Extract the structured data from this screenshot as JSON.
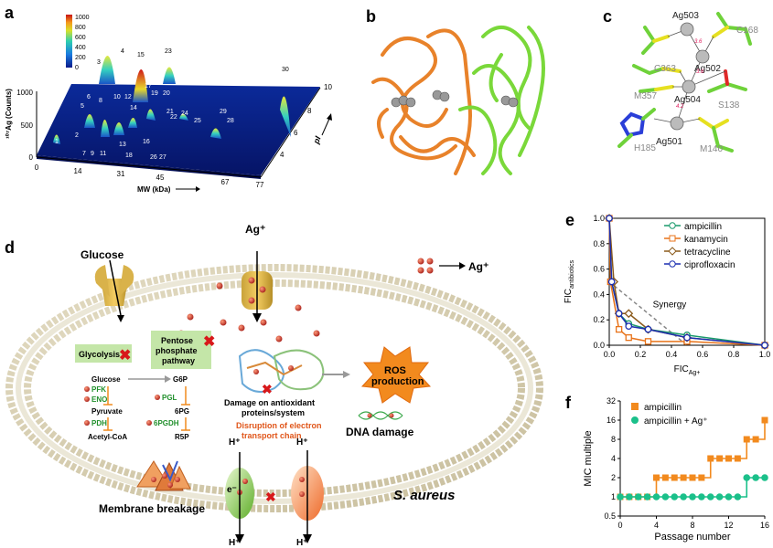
{
  "panel_labels": {
    "a": "a",
    "b": "b",
    "c": "c",
    "d": "d",
    "e": "e",
    "f": "f"
  },
  "panel_a": {
    "colorbar_ticks": [
      "1000",
      "800",
      "600",
      "400",
      "200",
      "0"
    ],
    "y_axis_label": "¹⁰⁷Ag (Counts)",
    "y_ticks": [
      "1000",
      "500",
      "0"
    ],
    "x_axis_label": "MW (kDa)",
    "x_ticks": [
      "0",
      "14",
      "31",
      "45",
      "67",
      "77"
    ],
    "pi_label": "pI",
    "pi_ticks": [
      "10",
      "8",
      "6",
      "4"
    ],
    "spot_labels": [
      "1",
      "2",
      "3",
      "4",
      "5",
      "6",
      "7",
      "8",
      "9",
      "10",
      "11",
      "12",
      "13",
      "14",
      "15",
      "16",
      "17",
      "18",
      "19",
      "20",
      "21",
      "22",
      "23",
      "24",
      "25",
      "26",
      "27",
      "28",
      "29",
      "30"
    ]
  },
  "panel_c": {
    "silver_labels": [
      "Ag503",
      "Ag502",
      "Ag504",
      "Ag501"
    ],
    "residue_labels": [
      "C168",
      "C363",
      "M357",
      "S138",
      "H185",
      "M140"
    ],
    "distances": [
      "3.6",
      "3.6",
      "4.2"
    ]
  },
  "panel_d": {
    "glucose": "Glucose",
    "ag_ion": "Ag⁺",
    "ag_legend": "Ag⁺",
    "glycolysis": "Glycolysis",
    "ppp": [
      "Pentose",
      "phosphate",
      "pathway"
    ],
    "metabolites": [
      "Glucose",
      "Pyruvate",
      "Acetyl-CoA",
      "G6P",
      "6PG",
      "R5P"
    ],
    "enzymes": [
      "PFK",
      "ENO",
      "PDH",
      "PGL",
      "6PGDH"
    ],
    "damage_text": [
      "Damage on antioxidant",
      "proteins/system"
    ],
    "ros": [
      "ROS",
      "production"
    ],
    "dna": "DNA damage",
    "disruption": [
      "Disruption of electron",
      "transport chain"
    ],
    "membrane": "Membrane breakage",
    "organism": "S. aureus",
    "h_plus": "H⁺",
    "e_minus": "e⁻"
  },
  "chart_data": [
    {
      "type": "line",
      "panel": "e",
      "xlabel": "FIC_Ag+",
      "ylabel": "FIC_antibiotics",
      "xlim": [
        0,
        1.0
      ],
      "ylim": [
        0,
        1.0
      ],
      "x_ticks": [
        "0.0",
        "0.2",
        "0.4",
        "0.6",
        "0.8",
        "1.0"
      ],
      "y_ticks": [
        "0.0",
        "0.2",
        "0.4",
        "0.6",
        "0.8",
        "1.0"
      ],
      "annotation": "Synergy",
      "legend_position": "top-right",
      "series": [
        {
          "name": "ampicillin",
          "color": "#1a9a6c",
          "x": [
            0,
            0.0156,
            0.0625,
            0.125,
            0.25,
            0.5,
            1.0
          ],
          "y": [
            1.0,
            0.5,
            0.25,
            0.17,
            0.125,
            0.08,
            0.0
          ]
        },
        {
          "name": "kanamycin",
          "color": "#e8731a",
          "x": [
            0,
            0.0078,
            0.0625,
            0.125,
            0.25,
            0.5,
            1.0
          ],
          "y": [
            1.0,
            0.5,
            0.125,
            0.06,
            0.03,
            0.03,
            0.0
          ]
        },
        {
          "name": "tetracycline",
          "color": "#8b5a1b",
          "x": [
            0,
            0.03,
            0.0625,
            0.125,
            0.25,
            0.5,
            1.0
          ],
          "y": [
            1.0,
            0.5,
            0.25,
            0.25,
            0.125,
            0.06,
            0.0
          ]
        },
        {
          "name": "ciprofloxacin",
          "color": "#1c2fb0",
          "x": [
            0,
            0.0156,
            0.0625,
            0.125,
            0.25,
            0.5,
            1.0
          ],
          "y": [
            1.0,
            0.5,
            0.25,
            0.15,
            0.125,
            0.06,
            0.0
          ]
        }
      ]
    },
    {
      "type": "line",
      "panel": "f",
      "xlabel": "Passage number",
      "ylabel": "MIC multiple",
      "x_ticks": [
        "0",
        "4",
        "8",
        "12",
        "16"
      ],
      "y_ticks": [
        "0.5",
        "1",
        "2",
        "4",
        "8",
        "16",
        "32"
      ],
      "y_scale": "log2",
      "legend_position": "top-left",
      "series": [
        {
          "name": "ampicillin",
          "color": "#f28a1e",
          "x": [
            0,
            1,
            2,
            3,
            4,
            5,
            6,
            7,
            8,
            9,
            10,
            11,
            12,
            13,
            14,
            15,
            16
          ],
          "y": [
            1,
            1,
            1,
            1,
            2,
            2,
            2,
            2,
            2,
            2,
            4,
            4,
            4,
            4,
            8,
            8,
            16
          ]
        },
        {
          "name": "ampicillin + Ag⁺",
          "color": "#1bc08a",
          "x": [
            0,
            1,
            2,
            3,
            4,
            5,
            6,
            7,
            8,
            9,
            10,
            11,
            12,
            13,
            14,
            15,
            16
          ],
          "y": [
            1,
            1,
            1,
            1,
            1,
            1,
            1,
            1,
            1,
            1,
            1,
            1,
            1,
            1,
            2,
            2,
            2
          ]
        }
      ]
    }
  ]
}
